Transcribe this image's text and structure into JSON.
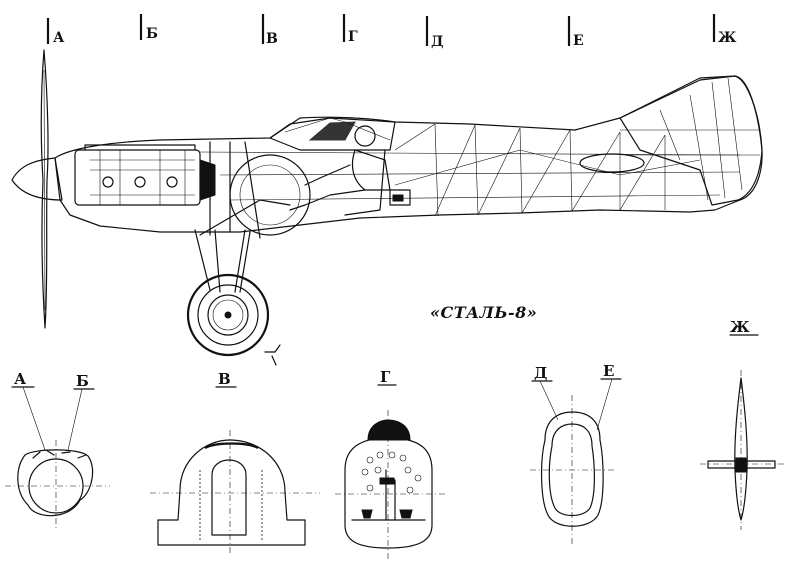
{
  "title": "«СТАЛЬ-8»",
  "station_marks": [
    "А",
    "Б",
    "В",
    "Г",
    "Д",
    "Е",
    "Ж"
  ],
  "sections": {
    "ab": {
      "label_a": "А",
      "label_b": "Б"
    },
    "v": {
      "label": "В"
    },
    "g": {
      "label": "Г"
    },
    "de": {
      "label_d": "Д",
      "label_e": "Е"
    },
    "zh": {
      "label": "Ж"
    }
  }
}
